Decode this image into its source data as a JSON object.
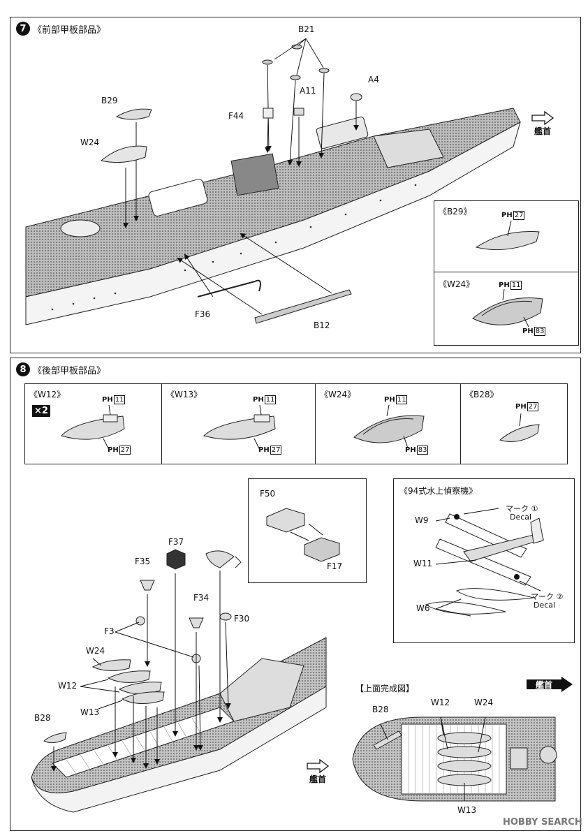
{
  "step7": {
    "number": "7",
    "title": "《前部甲板部品》",
    "labels": [
      "B21",
      "A4",
      "B29",
      "F44",
      "A11",
      "W24",
      "F36",
      "B12"
    ],
    "detail_b29": {
      "title": "《B29》",
      "code": "27"
    },
    "detail_w24": {
      "title": "《W24》",
      "code1": "11",
      "code2": "83"
    },
    "direction": "艦首"
  },
  "step8": {
    "number": "8",
    "title": "《後部甲板部品》",
    "boats": [
      {
        "title": "《W12》",
        "code1": "11",
        "code2": "27",
        "multiplier": "×2"
      },
      {
        "title": "《W13》",
        "code1": "11",
        "code2": "27"
      },
      {
        "title": "《W24》",
        "code1": "11",
        "code2": "83"
      },
      {
        "title": "《B28》",
        "code1": "27"
      }
    ],
    "inset_labels": [
      "F50",
      "F17"
    ],
    "plane": {
      "title": "《94式水上偵察機》",
      "mark1": "マーク",
      "mark1_num": "①",
      "mark2": "マーク",
      "mark2_num": "②",
      "decal": "Decal",
      "parts": [
        "W9",
        "W11",
        "W6"
      ]
    },
    "labels": [
      "F37",
      "F35",
      "F34",
      "F30",
      "F3",
      "W24",
      "W12",
      "W13",
      "B28"
    ],
    "direction": "艦首",
    "top_view": {
      "title": "【上面完成図】",
      "labels": [
        "B28",
        "W12",
        "W24",
        "W13"
      ],
      "direction": "艦首"
    }
  },
  "ph_prefix": "PH",
  "watermark": "HOBBY SEARCH"
}
